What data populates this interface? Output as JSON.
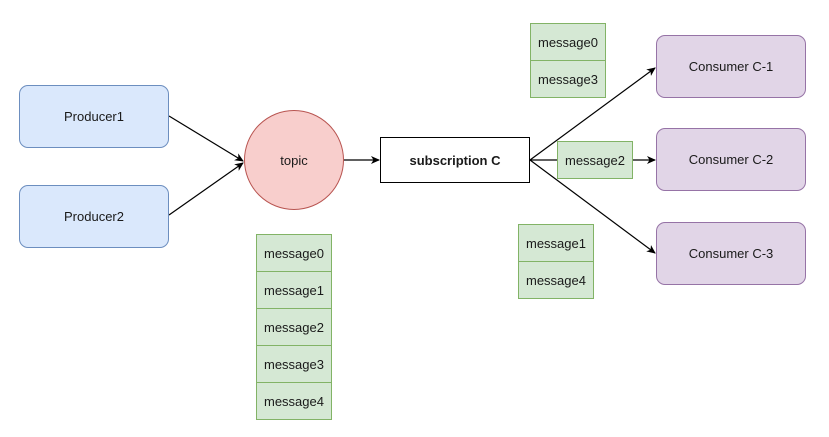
{
  "nodes": {
    "producer1": "Producer1",
    "producer2": "Producer2",
    "topic": "topic",
    "subscription": "subscription C",
    "consumer1": "Consumer C-1",
    "consumer2": "Consumer C-2",
    "consumer3": "Consumer C-3"
  },
  "topic_queue": [
    "message0",
    "message1",
    "message2",
    "message3",
    "message4"
  ],
  "consumer1_batch": [
    "message0",
    "message3"
  ],
  "consumer2_batch": [
    "message2"
  ],
  "consumer3_batch": [
    "message1",
    "message4"
  ],
  "colors": {
    "producer_fill": "#dae8fc",
    "producer_stroke": "#6c8ebf",
    "topic_fill": "#f8cecc",
    "topic_stroke": "#b85450",
    "consumer_fill": "#e1d5e7",
    "consumer_stroke": "#9673a6",
    "message_fill": "#d5e8d4",
    "message_stroke": "#82b366"
  }
}
